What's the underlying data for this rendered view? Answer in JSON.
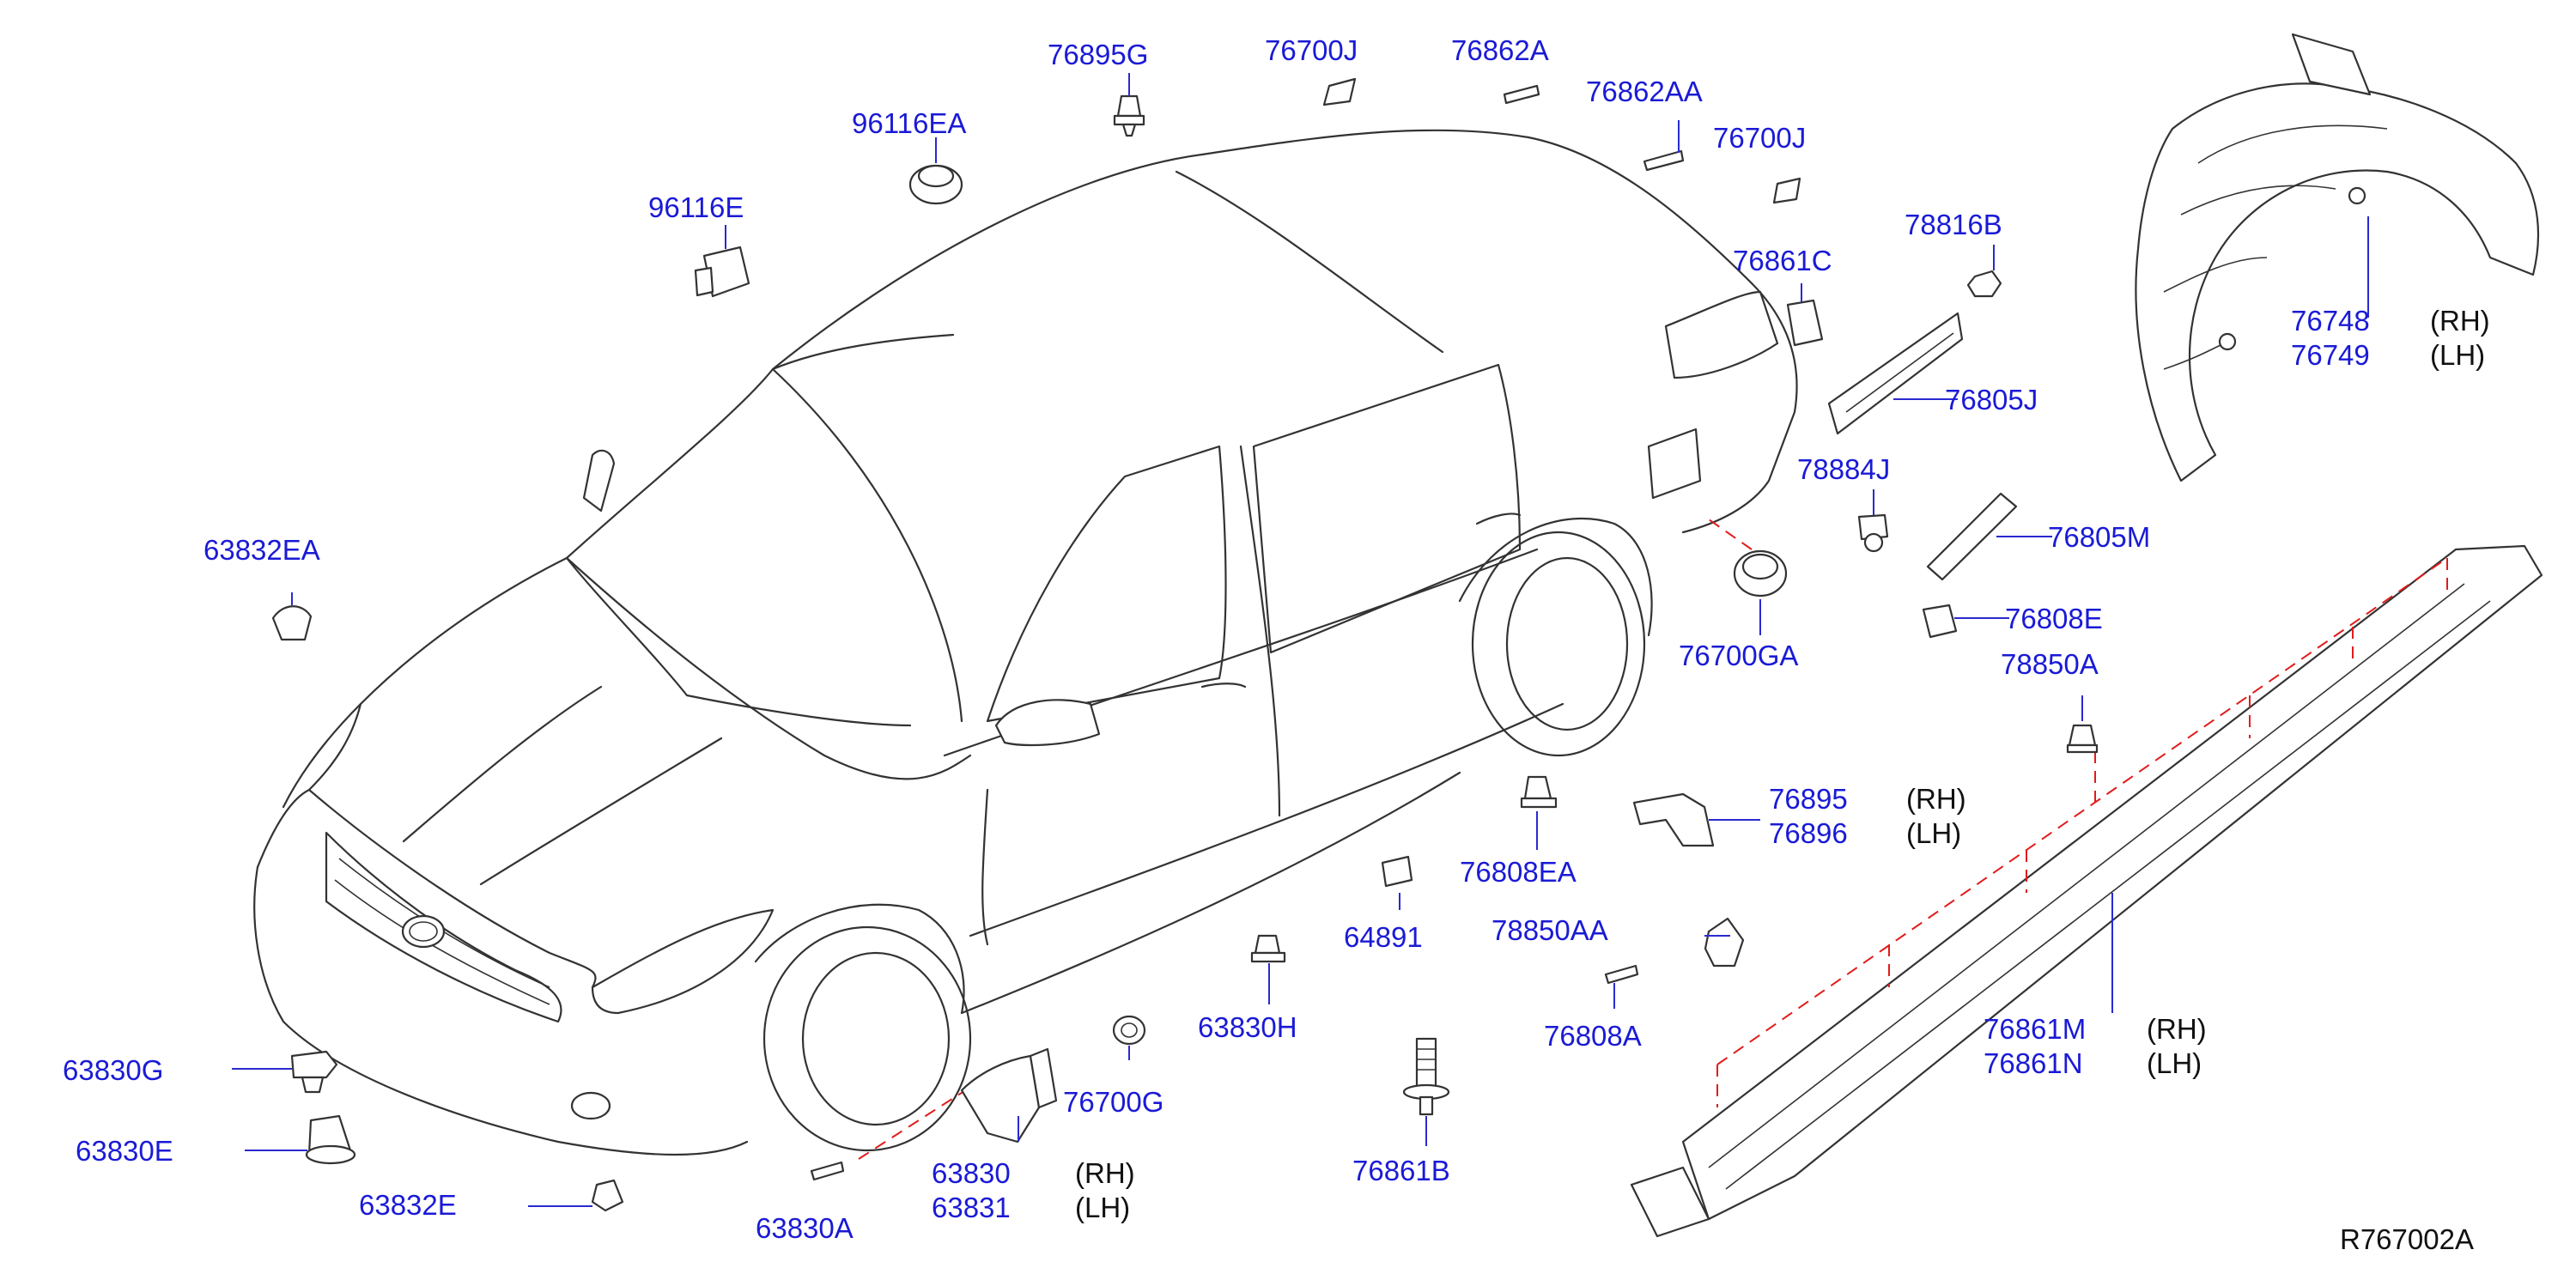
{
  "diagram": {
    "reference_code": "R767002A",
    "side_labels": {
      "rh": "(RH)",
      "lh": "(LH)"
    },
    "parts": {
      "p_76895G": "76895G",
      "p_76700J_a": "76700J",
      "p_76862A": "76862A",
      "p_76862AA": "76862AA",
      "p_76700J_b": "76700J",
      "p_96116EA": "96116EA",
      "p_96116E": "96116E",
      "p_78816B": "78816B",
      "p_76861C": "76861C",
      "p_76748": "76748",
      "p_76749": "76749",
      "p_76805J": "76805J",
      "p_78884J": "78884J",
      "p_76805M": "76805M",
      "p_63832EA": "63832EA",
      "p_76700GA": "76700GA",
      "p_76808E": "76808E",
      "p_78850A": "78850A",
      "p_76895": "76895",
      "p_76896": "76896",
      "p_76808EA": "76808EA",
      "p_64891": "64891",
      "p_78850AA": "78850AA",
      "p_63830H": "63830H",
      "p_76808A": "76808A",
      "p_76700G": "76700G",
      "p_63830G": "63830G",
      "p_63830E": "63830E",
      "p_63830": "63830",
      "p_63831": "63831",
      "p_63832E": "63832E",
      "p_63830A": "63830A",
      "p_76861B": "76861B",
      "p_76861M": "76861M",
      "p_76861N": "76861N"
    }
  }
}
